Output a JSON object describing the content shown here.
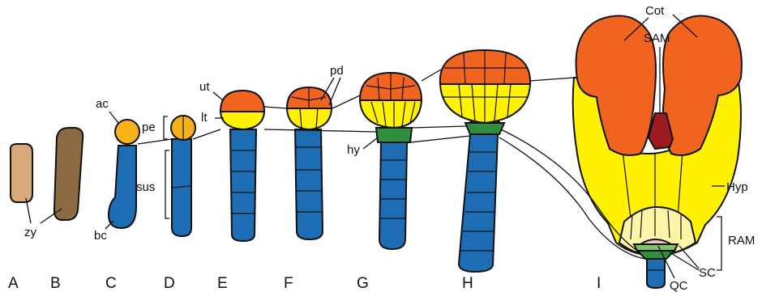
{
  "stages": [
    "A",
    "B",
    "C",
    "D",
    "E",
    "F",
    "G",
    "H",
    "I"
  ],
  "labels": {
    "zy": "zy",
    "bc": "bc",
    "ac": "ac",
    "pe": "pe",
    "sus": "sus",
    "ut": "ut",
    "lt": "lt",
    "pd": "pd",
    "hy": "hy",
    "cot": "Cot",
    "sam": "SAM",
    "hyp": "Hyp",
    "ram": "RAM",
    "sc": "SC",
    "qc": "QC"
  },
  "colors": {
    "zygote": "#d8a77a",
    "zygote_elongated": "#8c6a43",
    "apical_cell": "#f7b21a",
    "suspensor": "#1c6db4",
    "upper_tier": "#f0641f",
    "lower_tier": "#fff200",
    "hypophysis": "#2e8f3c",
    "sam": "#9b1b1e",
    "ram_light": "#fff5a6",
    "qc_pink": "#f3c1d4",
    "columella_green": "#7ec46a"
  }
}
